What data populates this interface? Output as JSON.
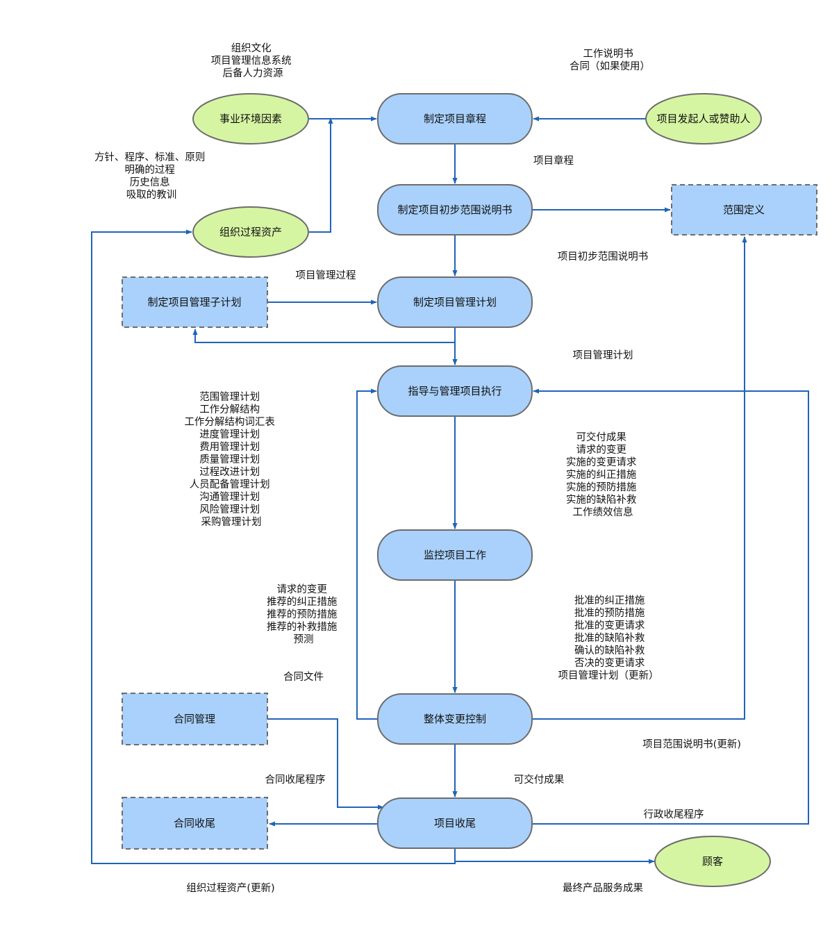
{
  "nodes": {
    "develop_charter": "制定项目章程",
    "enterprise_env": "事业环境因素",
    "sponsor": "项目发起人或赞助人",
    "prelim_scope": "制定项目初步范围说明书",
    "scope_def": "范围定义",
    "org_assets": "组织过程资产",
    "subplan": "制定项目管理子计划",
    "pm_plan": "制定项目管理计划",
    "direct_execute": "指导与管理项目执行",
    "monitor": "监控项目工作",
    "contract_admin": "合同管理",
    "change_control": "整体变更控制",
    "contract_closure": "合同收尾",
    "close_project": "项目收尾",
    "customer": "顾客"
  },
  "labels": {
    "env_inputs": [
      "组织文化",
      "项目管理信息系统",
      "后备人力资源"
    ],
    "sponsor_inputs": [
      "工作说明书",
      "合同（如果使用）"
    ],
    "assets_inputs": [
      "方针、程序、标准、原则",
      "明确的过程",
      "历史信息",
      "吸取的教训"
    ],
    "charter_output": "项目章程",
    "prelim_output": "项目初步范围说明书",
    "pm_process": "项目管理过程",
    "pm_plan_output": "项目管理计划",
    "subplans": [
      "范围管理计划",
      "工作分解结构",
      "工作分解结构词汇表",
      "进度管理计划",
      "费用管理计划",
      "质量管理计划",
      "过程改进计划",
      "人员配备管理计划",
      "沟通管理计划",
      "风险管理计划",
      "采购管理计划"
    ],
    "execution_outputs": [
      "可交付成果",
      "请求的变更",
      "实施的变更请求",
      "实施的纠正措施",
      "实施的预防措施",
      "实施的缺陷补救",
      "工作绩效信息"
    ],
    "monitor_outputs": [
      "请求的变更",
      "推荐的纠正措施",
      "推荐的预防措施",
      "推荐的补救措施",
      "预测"
    ],
    "contract_docs": "合同文件",
    "approved_outputs": [
      "批准的纠正措施",
      "批准的预防措施",
      "批准的变更请求",
      "批准的缺陷补救",
      "确认的缺陷补救",
      "否决的变更请求",
      "项目管理计划（更新）"
    ],
    "scope_update": "项目范围说明书(更新)",
    "contract_closure_proc": "合同收尾程序",
    "deliverables": "可交付成果",
    "admin_closure_proc": "行政收尾程序",
    "assets_update": "组织过程资产(更新)",
    "final_product": "最终产品服务成果"
  },
  "colors": {
    "process_fill": "#a9d1fb",
    "external_fill": "#d6f5a3",
    "edge": "#1f64b8",
    "border": "#6c6c6c"
  }
}
